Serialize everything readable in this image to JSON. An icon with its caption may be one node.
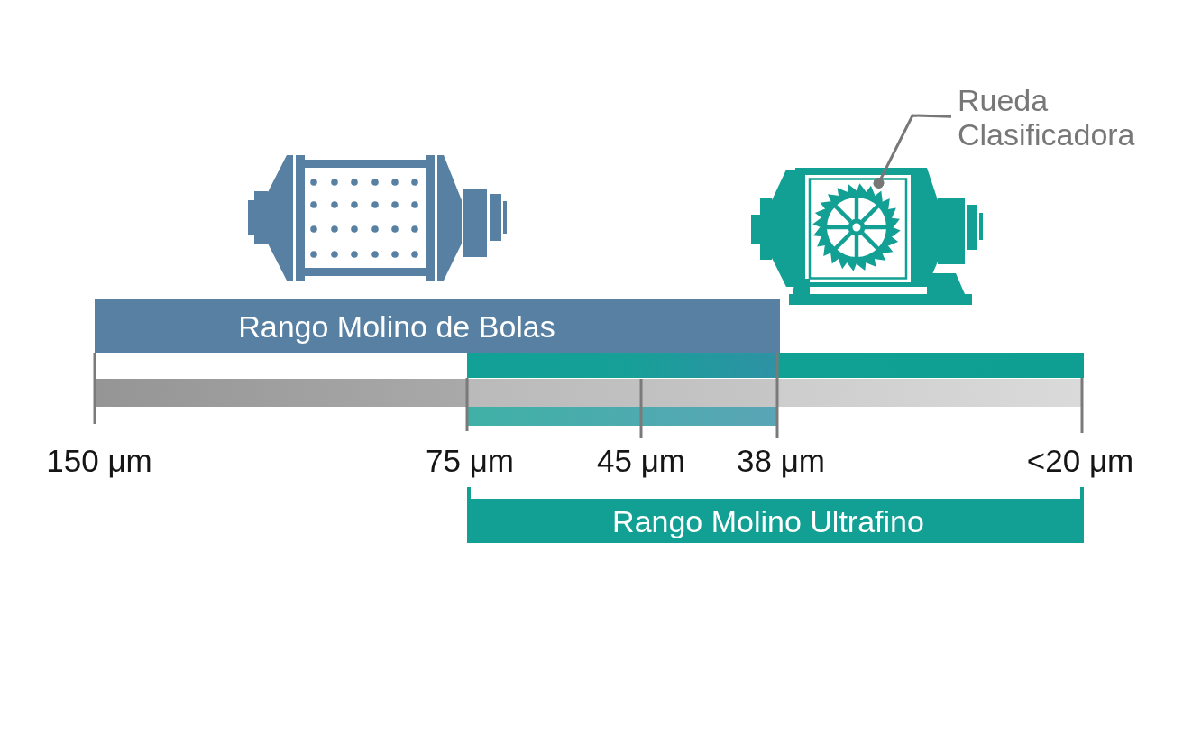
{
  "diagram": {
    "nodes": [
      {
        "text": [
          "Rueda Clasificadora"
        ]
      },
      {
        "text": [],
        "shape": "gear"
      },
      {
        "text": [
          "Rango Molino de Bolas"
        ]
      },
      {
        "text": [
          "Rango Molino Ultrafino"
        ]
      }
    ],
    "edges": [
      {
        "from": 0,
        "to": 1,
        "arrow": "other"
      }
    ],
    "labels": [
      "150 μm",
      "75 μm",
      "45 μm",
      "38 μm",
      "<20 μm"
    ]
  }
}
